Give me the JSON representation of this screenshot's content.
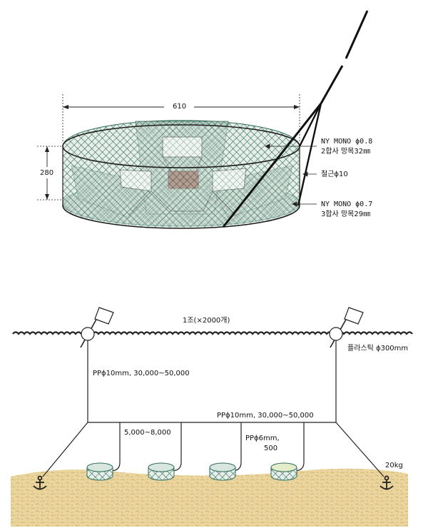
{
  "trap": {
    "width_label": "610",
    "height_label": "280",
    "top_net": {
      "line1": "NY MONO ϕ0.8",
      "line2": "2합사 망목32㎜"
    },
    "rebar": "철근ϕ10",
    "bottom_net": {
      "line1": "NY MONO ϕ0.7",
      "line2": "3합사 망목29㎜"
    }
  },
  "rig": {
    "set_label": "1조(×2000개)",
    "buoy_label": "플라스틱 ϕ300mm",
    "vertical_line": "PPϕ10mm, 30,000~50,000",
    "main_line": "PPϕ10mm, 30,000~50,000",
    "branch_spacing": "5,000~8,000",
    "branch_line": {
      "line1": "PPϕ6mm,",
      "line2": "500"
    },
    "anchor_weight": "20kg"
  },
  "colors": {
    "net": "#2f6e5c",
    "net_fill": "#dfe9e3",
    "bait_box": "#7a3a2a",
    "seabed": "#e6cf95",
    "rope": "#222222"
  }
}
